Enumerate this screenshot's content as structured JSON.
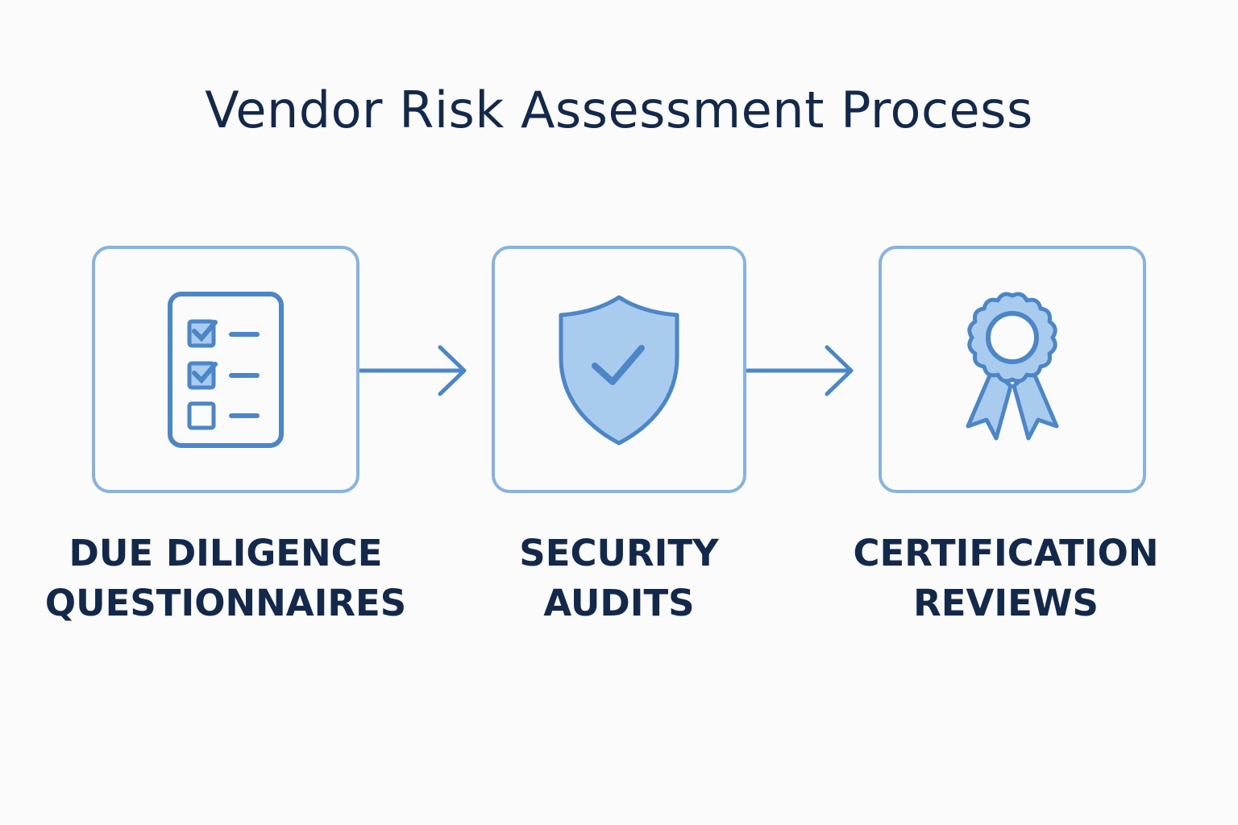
{
  "title": "Vendor Risk Assessment Process",
  "colors": {
    "accent": "#4a86c8",
    "border": "#86b3e0",
    "fill": "#a9cbee",
    "text": "#13294b"
  },
  "steps": [
    {
      "icon": "checklist-icon",
      "line1": "DUE DILIGENCE",
      "line2": "QUESTIONNAIRES"
    },
    {
      "icon": "shield-check-icon",
      "line1": "SECURITY",
      "line2": "AUDITS"
    },
    {
      "icon": "award-ribbon-icon",
      "line1": "CERTIFICATION",
      "line2": "REVIEWS"
    }
  ]
}
